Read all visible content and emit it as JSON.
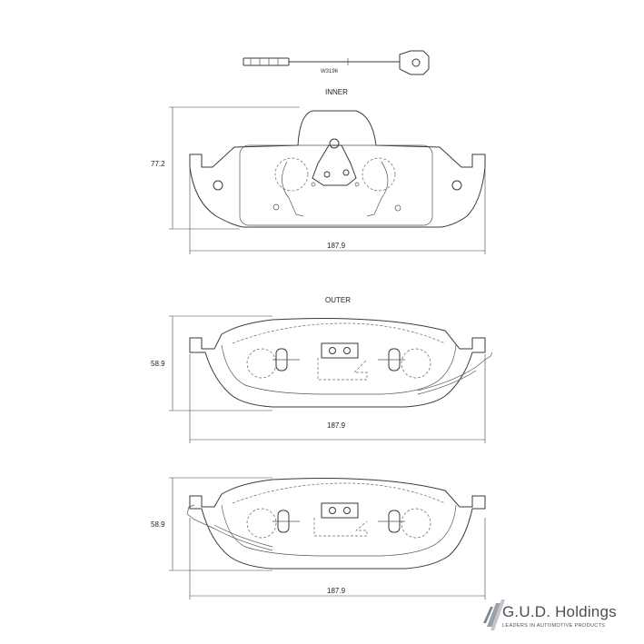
{
  "sensor": {
    "part_number": "W3196"
  },
  "views": [
    {
      "label": "INNER",
      "height_dim": "77.2",
      "width_dim": "187.9"
    },
    {
      "label": "OUTER",
      "height_dim": "58.9",
      "width_dim": "187.9"
    },
    {
      "label": "",
      "height_dim": "58.9",
      "width_dim": "187.9"
    }
  ],
  "brand": {
    "name": "G.U.D. Holdings",
    "tagline": "LEADERS IN AUTOMOTIVE PRODUCTS"
  }
}
